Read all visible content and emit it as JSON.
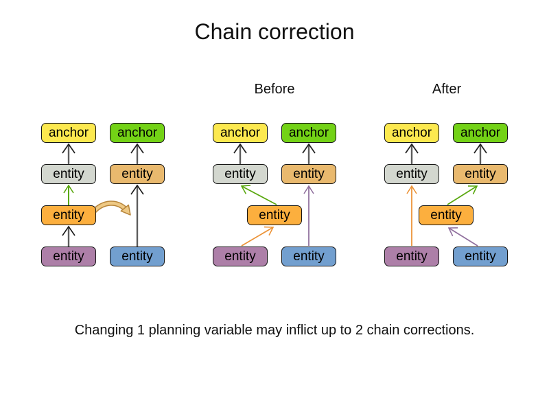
{
  "title": "Chain correction",
  "headings": {
    "before": "Before",
    "after": "After"
  },
  "caption": "Changing 1 planning variable may inflict up to 2 chain corrections.",
  "node_labels": {
    "anchor": "anchor",
    "entity": "entity"
  },
  "colors": {
    "anchor_yellow": "#fce94f",
    "anchor_green": "#73d216",
    "entity_gray": "#d3d7cf",
    "entity_tan": "#e9b96e",
    "entity_orange": "#fcaf3e",
    "entity_purple": "#ad7fa8",
    "entity_blue": "#729fcf",
    "arrow_shaft_gray": "#5c5c5c",
    "arrow_head_dark": "#1f1f1f",
    "arrow_green": "#5aa80f",
    "arrow_orange": "#ec9439",
    "arrow_purple": "#91719f",
    "curved_arrow_fill": "#eec985",
    "curved_arrow_stroke": "#b8863b",
    "node_border": "#151515"
  },
  "diagram": {
    "groups": [
      {
        "id": "initial",
        "heading": "",
        "arrows": [
          "entity-gray -> anchor-yellow (black)",
          "entity-orange -> entity-gray (green)",
          "entity-purple -> entity-orange (black)",
          "entity-tan -> anchor-green (black)",
          "entity-blue -> entity-tan (black)",
          "curved move hint: entity-orange => second chain (tan curved arrow)"
        ]
      },
      {
        "id": "before",
        "heading": "Before",
        "arrows": [
          "entity-gray -> anchor-yellow (black)",
          "entity-tan -> anchor-green (black)",
          "entity-orange -> entity-gray (green)",
          "entity-purple -> entity-orange (orange)",
          "entity-blue -> entity-tan (purple)"
        ]
      },
      {
        "id": "after",
        "heading": "After",
        "arrows": [
          "entity-gray -> anchor-yellow (black)",
          "entity-tan -> anchor-green (black)",
          "entity-purple -> entity-gray (orange)",
          "entity-orange -> entity-tan (green)",
          "entity-blue -> entity-orange (purple)"
        ]
      }
    ]
  }
}
